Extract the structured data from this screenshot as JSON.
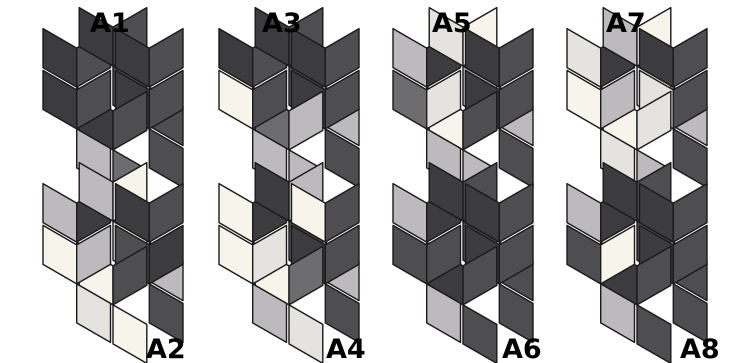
{
  "colors": {
    "c1": "#f7f4ec",
    "c2": "#e4e3e0",
    "c3": "#bcbabc",
    "c4": "#6d6d70",
    "c5": "#4e4e51",
    "c6": "#3c3c3e",
    "background": "#ffffff"
  },
  "panels": [
    {
      "label": "A1",
      "faces": {
        "L0": "c6",
        "L1": "c5",
        "L2": "c5",
        "T0": "c6",
        "T1": "c5",
        "T2": "c5",
        "R0": "c6",
        "R1": "c5",
        "R2": "c5",
        "N0": "c6",
        "N1": "c5",
        "N2": "c5",
        "S0": "c6",
        "S1": "c5",
        "S2": "c4",
        "W0": "c6",
        "W1": "c5",
        "W2": "c3"
      }
    },
    {
      "label": "A3",
      "faces": {
        "L0": "c6",
        "L1": "c5",
        "L2": "c5",
        "T0": "c6",
        "T1": "c5",
        "T2": "c5",
        "R0": "c6",
        "R1": "c5",
        "R2": "c3",
        "N0": "c6",
        "N1": "c5",
        "N2": "c5",
        "S0": "c4",
        "S1": "c3",
        "S2": "c3",
        "W0": "c1",
        "W1": "c5",
        "W2": "c3"
      }
    },
    {
      "label": "A5",
      "faces": {
        "L0": "c3",
        "L1": "c6",
        "L2": "c5",
        "T0": "c2",
        "T1": "c1",
        "T2": "c3",
        "R0": "c6",
        "R1": "c5",
        "R2": "c3",
        "N0": "c6",
        "N1": "c5",
        "N2": "c5",
        "S0": "c1",
        "S1": "c5",
        "S2": "c3",
        "W0": "c4",
        "W1": "c2",
        "W2": "c3"
      }
    },
    {
      "label": "A7",
      "faces": {
        "L0": "c2",
        "L1": "c6",
        "L2": "c5",
        "T0": "c3",
        "T1": "c1",
        "T2": "c2",
        "R0": "c6",
        "R1": "c5",
        "R2": "c3",
        "N0": "c2",
        "N1": "c5",
        "N2": "c5",
        "S0": "c1",
        "S1": "c2",
        "S2": "c3",
        "W0": "c1",
        "W1": "c3",
        "W2": "c2"
      }
    },
    {
      "label": "A2",
      "faces": {
        "L0": "c3",
        "L1": "c6",
        "L2": "c5",
        "T0": "c3",
        "T1": "c1",
        "T2": "c2",
        "R0": "c6",
        "R1": "c5",
        "R2": "c3",
        "N0": "c5",
        "N1": "c6",
        "N2": "c5",
        "S0": "c1",
        "S1": "c5",
        "S2": "c1",
        "W0": "c1",
        "W1": "c3",
        "W2": "c2"
      }
    },
    {
      "label": "A4",
      "faces": {
        "L0": "c1",
        "L1": "c6",
        "L2": "c5",
        "T0": "c6",
        "T1": "c3",
        "T2": "c5",
        "R0": "c1",
        "R1": "c5",
        "R2": "c3",
        "N0": "c6",
        "N1": "c5",
        "N2": "c5",
        "S0": "c1",
        "S1": "c4",
        "S2": "c2",
        "W0": "c1",
        "W1": "c2",
        "W2": "c3"
      }
    },
    {
      "label": "A6",
      "faces": {
        "L0": "c3",
        "L1": "c6",
        "L2": "c5",
        "T0": "c6",
        "T1": "c5",
        "T2": "c5",
        "R0": "c6",
        "R1": "c5",
        "R2": "c5",
        "N0": "c6",
        "N1": "c5",
        "N2": "c5",
        "S0": "c6",
        "S1": "c5",
        "S2": "c5",
        "W0": "c5",
        "W1": "c5",
        "W2": "c3"
      }
    },
    {
      "label": "A8",
      "faces": {
        "L0": "c3",
        "L1": "c6",
        "L2": "c5",
        "T0": "c6",
        "T1": "c5",
        "T2": "c5",
        "R0": "c6",
        "R1": "c5",
        "R2": "c5",
        "N0": "c6",
        "N1": "c5",
        "N2": "c5",
        "S0": "c6",
        "S1": "c5",
        "S2": "c5",
        "W0": "c5",
        "W1": "c1",
        "W2": "c3"
      }
    }
  ]
}
